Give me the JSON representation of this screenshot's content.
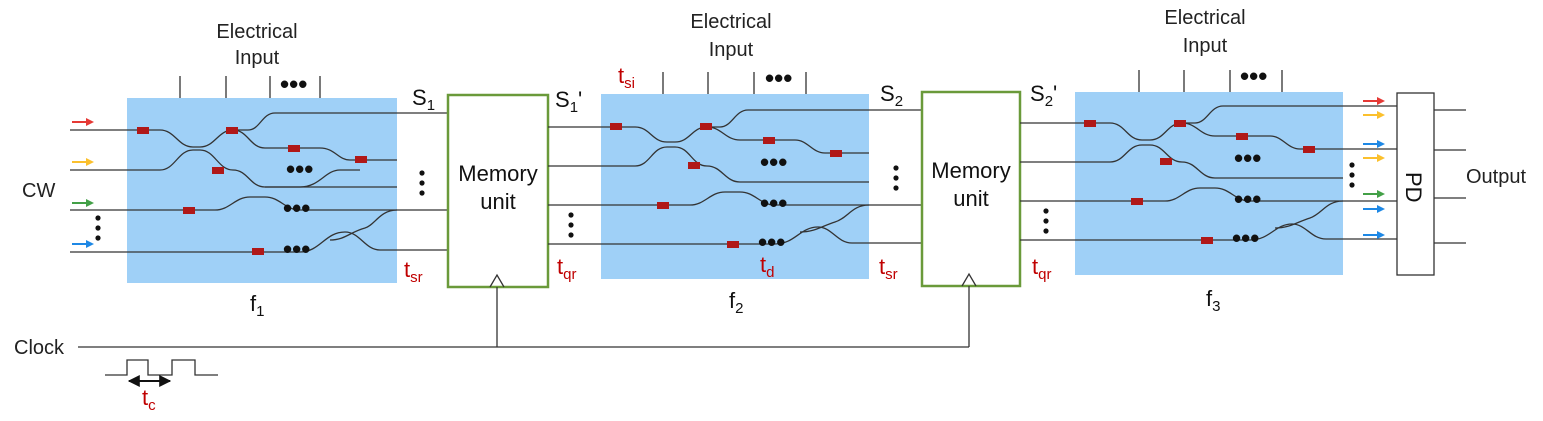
{
  "labels": {
    "electrical_input": [
      "Electrical",
      "Input"
    ],
    "cw": "CW",
    "clock": "Clock",
    "output": "Output",
    "memory_unit": [
      "Memory",
      "unit"
    ],
    "pd": "PD",
    "s1": {
      "base": "S",
      "sub": "1",
      "prime": ""
    },
    "s1p": {
      "base": "S",
      "sub": "1",
      "prime": "'"
    },
    "s2": {
      "base": "S",
      "sub": "2",
      "prime": ""
    },
    "s2p": {
      "base": "S",
      "sub": "2",
      "prime": "'"
    },
    "f1": {
      "base": "f",
      "sub": "1"
    },
    "f2": {
      "base": "f",
      "sub": "2"
    },
    "f3": {
      "base": "f",
      "sub": "3"
    },
    "t_sr": {
      "base": "t",
      "sub": "sr"
    },
    "t_qr": {
      "base": "t",
      "sub": "qr"
    },
    "t_si": {
      "base": "t",
      "sub": "si"
    },
    "t_d": {
      "base": "t",
      "sub": "d"
    },
    "t_c": {
      "base": "t",
      "sub": "c"
    }
  },
  "colors": {
    "photonic_block": "#9fd0f7",
    "memory_border": "#6a9a3a",
    "modulator": "#b01818",
    "timing_label": "#c00000",
    "lasers": [
      "#e53935",
      "#fbc02d",
      "#43a047",
      "#1e88e5"
    ]
  },
  "icons": [
    "arrow-icon",
    "ellipsis-icon"
  ]
}
